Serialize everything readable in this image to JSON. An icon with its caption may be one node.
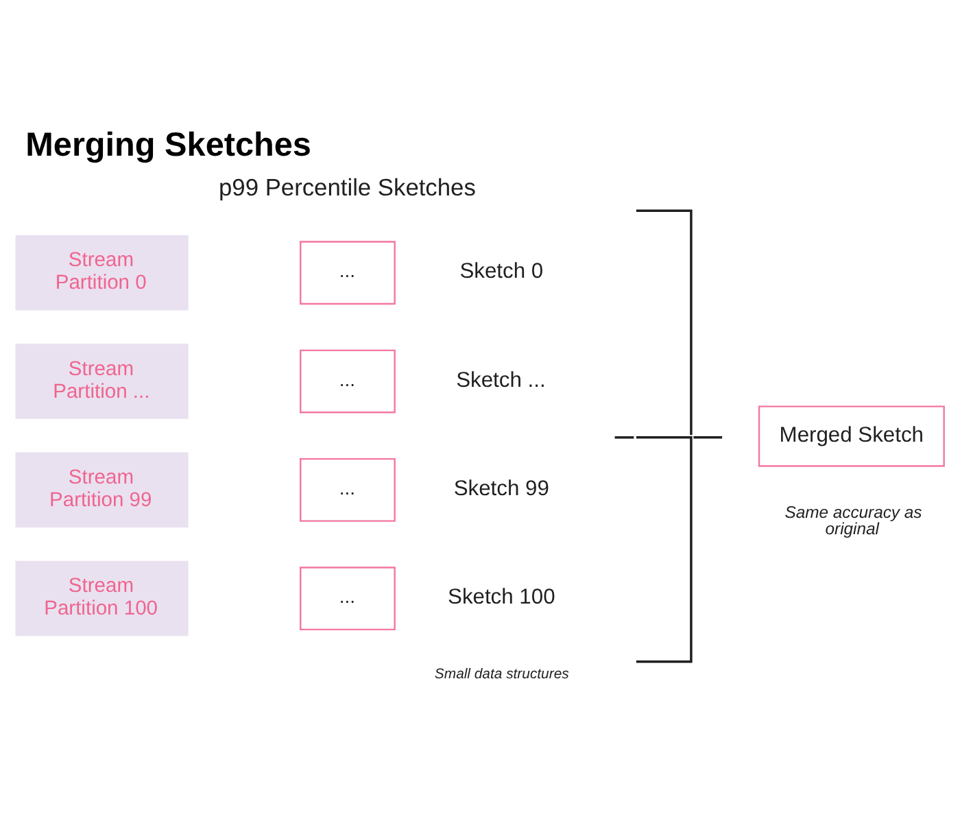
{
  "diagram": {
    "title": "Merging Sketches",
    "nodes": [
      {
        "text": [
          "Stream Partition 0"
        ]
      },
      {
        "text": [
          "Stream Partition ..."
        ]
      },
      {
        "text": [
          "Stream Partition 99"
        ]
      },
      {
        "text": [
          "Stream Partition 100"
        ]
      },
      {
        "text": [
          "..."
        ],
        "beside": [
          "Sketch 0"
        ]
      },
      {
        "text": [
          "..."
        ],
        "beside": [
          "Sketch ..."
        ]
      },
      {
        "text": [
          "..."
        ],
        "beside": [
          "Sketch 99"
        ]
      },
      {
        "text": [
          "..."
        ],
        "beside": [
          "Sketch 100"
        ]
      },
      {
        "text": [
          "Merged Sketch"
        ],
        "beside": [
          "Same accuracy as original"
        ]
      }
    ],
    "labels": [
      "p99 Percentile Sketches",
      "Small data structures"
    ]
  }
}
